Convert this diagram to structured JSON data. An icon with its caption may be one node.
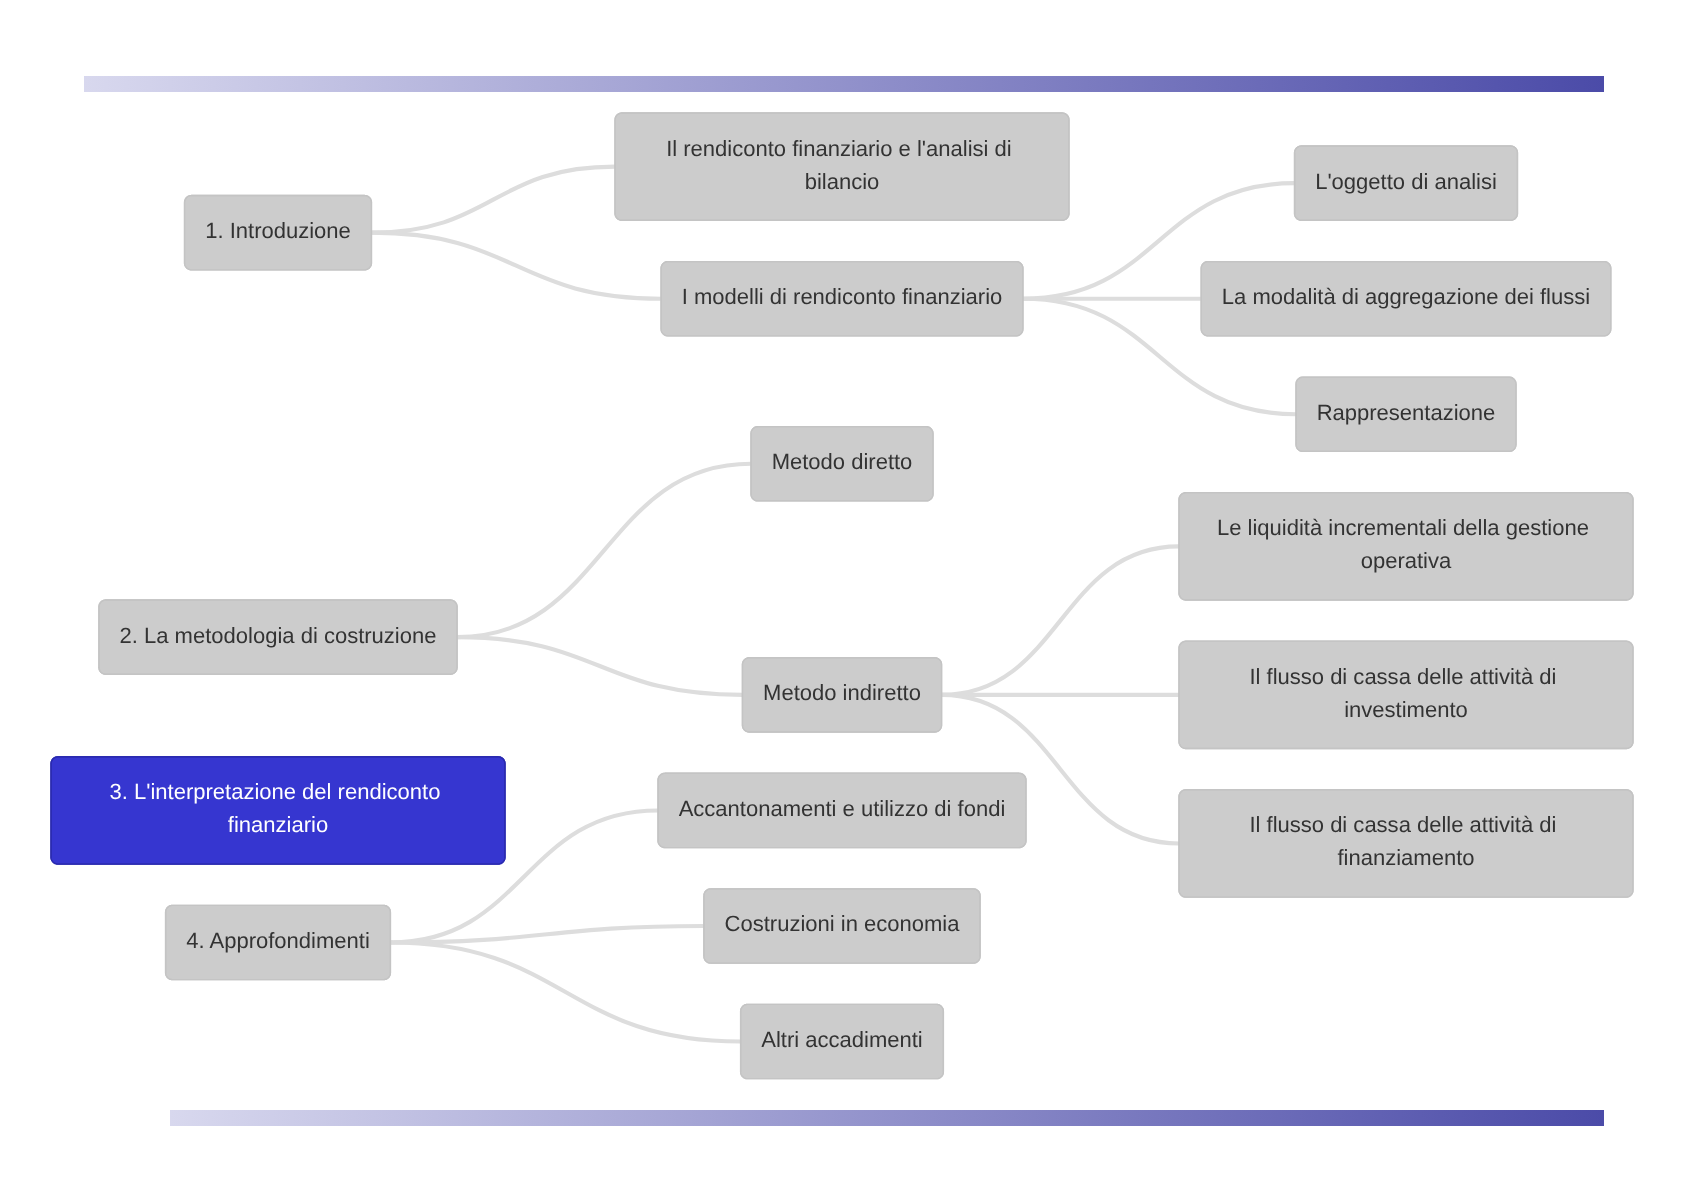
{
  "diagram": {
    "nodes": [
      {
        "text": [
          "1. Introduzione"
        ]
      },
      {
        "text": [
          "Il rendiconto finanziario e l'analisi di bilancio"
        ]
      },
      {
        "text": [
          "I modelli di rendiconto finanziario"
        ]
      },
      {
        "text": [
          "L'oggetto di analisi"
        ]
      },
      {
        "text": [
          "La modalità di aggregazione dei flussi"
        ]
      },
      {
        "text": [
          "Rappresentazione"
        ]
      },
      {
        "text": [
          "2. La metodologia di costruzione"
        ]
      },
      {
        "text": [
          "Metodo diretto"
        ]
      },
      {
        "text": [
          "Metodo indiretto"
        ]
      },
      {
        "text": [
          "Le liquidità incrementali della gestione operativa"
        ]
      },
      {
        "text": [
          "Il flusso di cassa delle attività di investimento"
        ]
      },
      {
        "text": [
          "Il flusso di cassa delle attività di finanziamento"
        ]
      },
      {
        "text": [
          "3. L'interpretazione del rendiconto finanziario"
        ]
      },
      {
        "text": [
          "4. Approfondimenti"
        ]
      },
      {
        "text": [
          "Accantonamenti e utilizzo di fondi"
        ]
      },
      {
        "text": [
          "Costruzioni in economia"
        ]
      },
      {
        "text": [
          "Altri accadimenti"
        ]
      }
    ],
    "edges": [
      {
        "from": 0,
        "to": 1,
        "arrow": "none"
      },
      {
        "from": 0,
        "to": 2,
        "arrow": "none"
      },
      {
        "from": 2,
        "to": 3,
        "arrow": "none"
      },
      {
        "from": 2,
        "to": 4,
        "arrow": "none"
      },
      {
        "from": 2,
        "to": 5,
        "arrow": "none"
      },
      {
        "from": 6,
        "to": 7,
        "arrow": "none"
      },
      {
        "from": 6,
        "to": 8,
        "arrow": "none"
      },
      {
        "from": 8,
        "to": 9,
        "arrow": "none"
      },
      {
        "from": 8,
        "to": 10,
        "arrow": "none"
      },
      {
        "from": 8,
        "to": 11,
        "arrow": "none"
      },
      {
        "from": 13,
        "to": 14,
        "arrow": "none"
      },
      {
        "from": 13,
        "to": 15,
        "arrow": "none"
      },
      {
        "from": 13,
        "to": 16,
        "arrow": "none"
      }
    ]
  }
}
